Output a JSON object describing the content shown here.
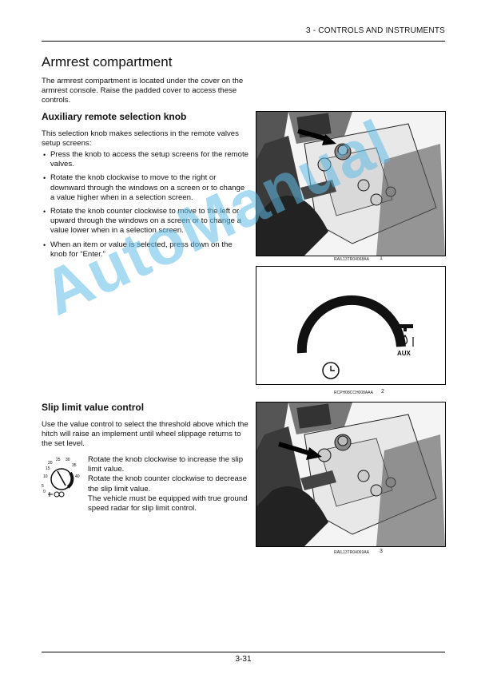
{
  "header": {
    "section": "3 - CONTROLS AND INSTRUMENTS"
  },
  "title": "Armrest compartment",
  "intro": "The armrest compartment is located under the cover on the armrest console. Raise the padded cover to access these controls.",
  "aux": {
    "heading": "Auxiliary remote selection knob",
    "lead": "This selection knob makes selections in the remote valves setup screens:",
    "bullets": [
      "Press the knob to access the setup screens for the remote valves.",
      "Rotate the knob clockwise to move to the right or downward through the windows on a screen or to change a value higher when in a selection screen.",
      "Rotate the knob counter clockwise to move to the left or upward through the windows on a screen or to change a value lower when in a selection screen.",
      "When an item or value is selected, press down on the knob for “Enter.”"
    ]
  },
  "slip": {
    "heading": "Slip limit value control",
    "lead": "Use the value control to select the threshold above which the hitch will raise an implement until wheel slippage returns to the set level.",
    "desc": [
      "Rotate the knob clockwise to increase the slip limit value.",
      "Rotate the knob counter clockwise to decrease the slip limit value.",
      "The vehicle must be equipped with true ground speed radar for slip limit control."
    ],
    "dial_labels": [
      "0",
      "5",
      "10",
      "15",
      "20",
      "25",
      "30",
      "35",
      "40"
    ]
  },
  "figures": [
    {
      "code": "RAIL13TR04068AA",
      "num": "1"
    },
    {
      "code": "RCPH08CCH008AAA",
      "num": "2",
      "aux_label": "AUX"
    },
    {
      "code": "RAIL13TR04069AA",
      "num": "3"
    }
  ],
  "watermark": "AutoManual",
  "footer": {
    "page": "3-31"
  }
}
